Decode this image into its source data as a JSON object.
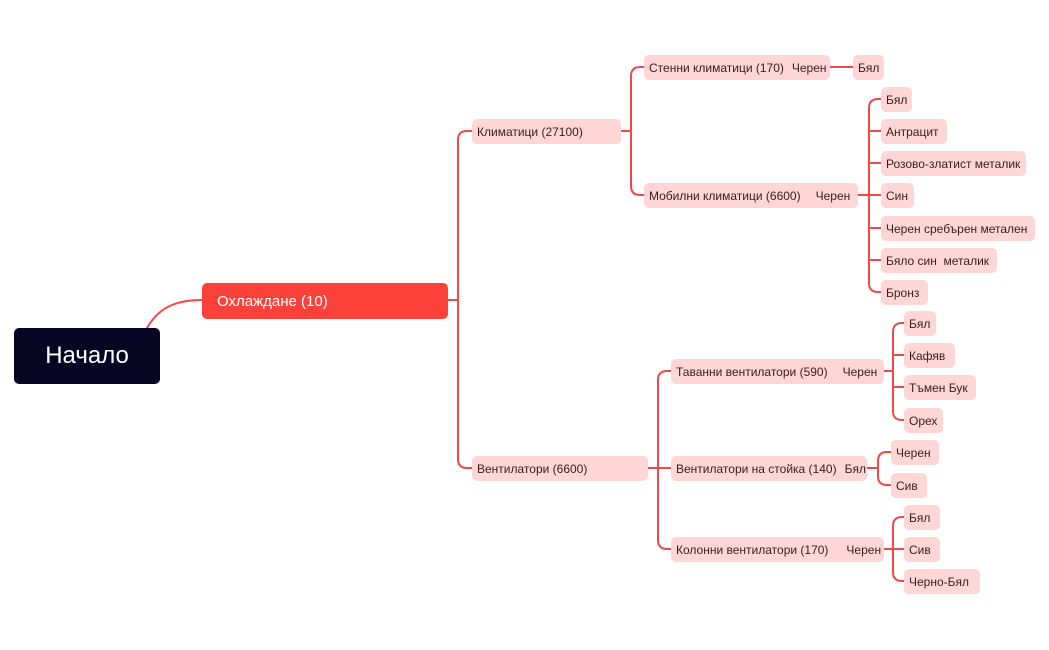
{
  "colors": {
    "root_bg": "#060624",
    "branch": "#fc413b",
    "node_bg": "#fdd6d5",
    "line": "#f04a47"
  },
  "root": {
    "label": "Начало"
  },
  "main_branch": {
    "label": "Охлаждане (10)"
  },
  "groups": [
    {
      "label": "Климатици (27100)",
      "items": [
        {
          "label": "Стенни климатици (170)",
          "tag": "Черен",
          "options": [
            "Бял"
          ]
        },
        {
          "label": "Мобилни климатици (6600)",
          "tag": "Черен",
          "options": [
            "Бял",
            "Антрацит",
            "Розово-златист металик",
            "Син",
            "Черен сребърен метален",
            "Бяло син  металик",
            "Бронз"
          ]
        }
      ]
    },
    {
      "label": "Вентилатори (6600)",
      "items": [
        {
          "label": "Таванни вентилатори (590)",
          "tag": "Черен",
          "options": [
            "Бял",
            "Кафяв",
            "Тъмен Бук",
            "Орех"
          ]
        },
        {
          "label": "Вентилатори на стойка (140)",
          "tag": "Бял",
          "options": [
            "Черен",
            "Сив"
          ]
        },
        {
          "label": "Колонни вентилатори (170)",
          "tag": "Черен",
          "options": [
            "Бял",
            "Сив",
            "Черно-Бял"
          ]
        }
      ]
    }
  ]
}
